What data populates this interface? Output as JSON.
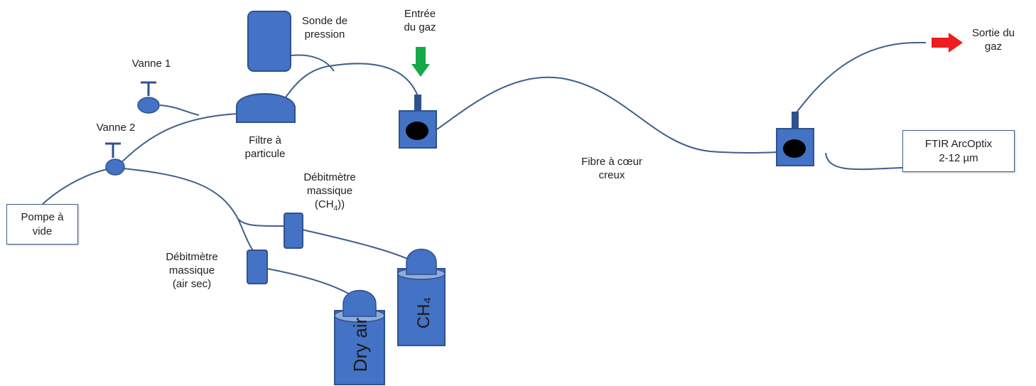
{
  "colors": {
    "pipe": "#3f5f8c",
    "device_fill": "#4472c4",
    "device_stroke": "#2f528f",
    "inlet_arrow": "#17a84a",
    "outlet_arrow": "#ee1c1c"
  },
  "labels": {
    "sonde": [
      "Sonde de",
      "pression"
    ],
    "entree": [
      "Entrée",
      "du gaz"
    ],
    "sortie": [
      "Sortie du",
      "gaz"
    ],
    "vanne1": "Vanne 1",
    "vanne2": "Vanne 2",
    "filtre": [
      "Filtre à",
      "particule"
    ],
    "debit_ch4": [
      "Débitmètre",
      "massique"
    ],
    "debit_ch4_gas_open": "(CH",
    "debit_ch4_gas_sub": "4",
    "debit_ch4_gas_close": "))",
    "debit_air": [
      "Débitmètre",
      "massique",
      "(air sec)"
    ],
    "fibre": [
      "Fibre à cœur",
      "creux"
    ],
    "pompe": [
      "Pompe à",
      "vide"
    ],
    "ftir": [
      "FTIR ArcOptix",
      "2-12 µm"
    ]
  },
  "tanks": {
    "dry_air": "Dry air",
    "ch4": "CH₄"
  }
}
